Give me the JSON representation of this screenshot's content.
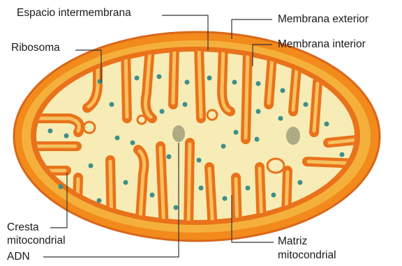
{
  "labels": {
    "espacio_intermembrana": "Espacio intermembrana",
    "membrana_exterior": "Membrana exterior",
    "membrana_interior": "Membrana interior",
    "ribosoma": "Ribosoma",
    "cresta_line1": "Cresta",
    "cresta_line2": "mitocondrial",
    "adn": "ADN",
    "matriz_line1": "Matriz",
    "matriz_line2": "mitocondrial"
  },
  "colors": {
    "outer_membrane": "#f28a1c",
    "intermembrane": "#f5b03c",
    "inner_membrane": "#e9721a",
    "matrix": "#f7ecb5",
    "ribosome": "#3e8f8a",
    "dna": "#8a8a6a"
  }
}
